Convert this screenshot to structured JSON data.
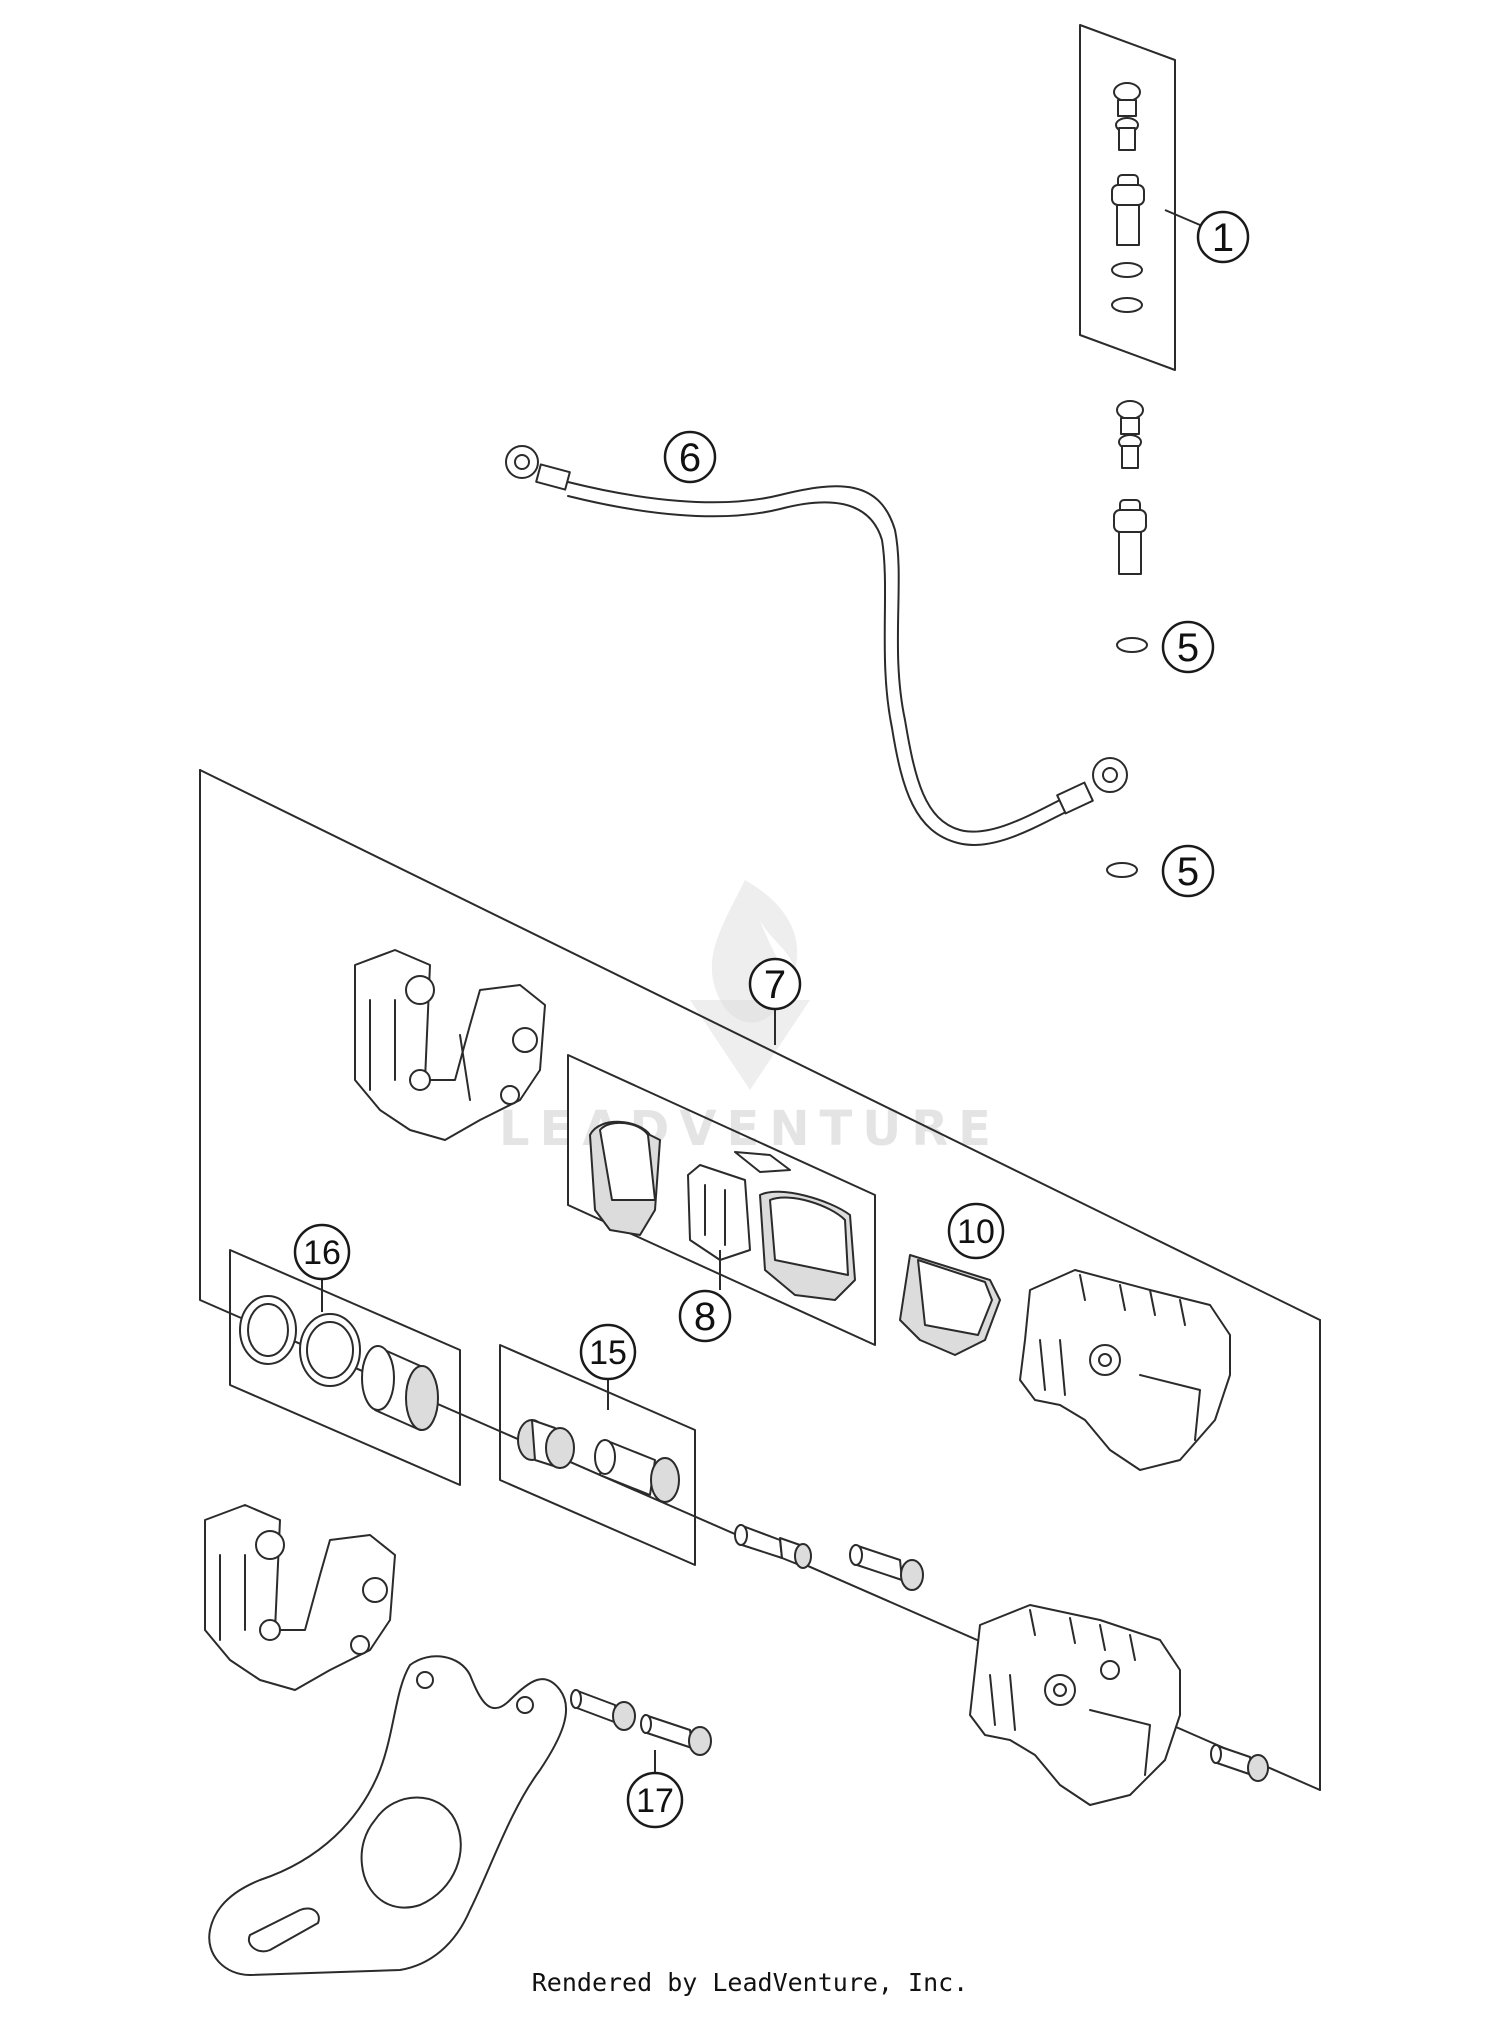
{
  "watermark": {
    "text": "LEADVENTURE"
  },
  "footer": {
    "text": "Rendered by LeadVenture, Inc."
  },
  "callouts": [
    {
      "id": "c1",
      "label": "1"
    },
    {
      "id": "c5a",
      "label": "5"
    },
    {
      "id": "c5b",
      "label": "5"
    },
    {
      "id": "c6",
      "label": "6"
    },
    {
      "id": "c7",
      "label": "7"
    },
    {
      "id": "c8",
      "label": "8"
    },
    {
      "id": "c10",
      "label": "10"
    },
    {
      "id": "c15",
      "label": "15"
    },
    {
      "id": "c16",
      "label": "16"
    },
    {
      "id": "c17",
      "label": "17"
    }
  ],
  "colors": {
    "line": "#2b2b2b",
    "background": "#ffffff",
    "watermark": "#d9d9d9"
  }
}
